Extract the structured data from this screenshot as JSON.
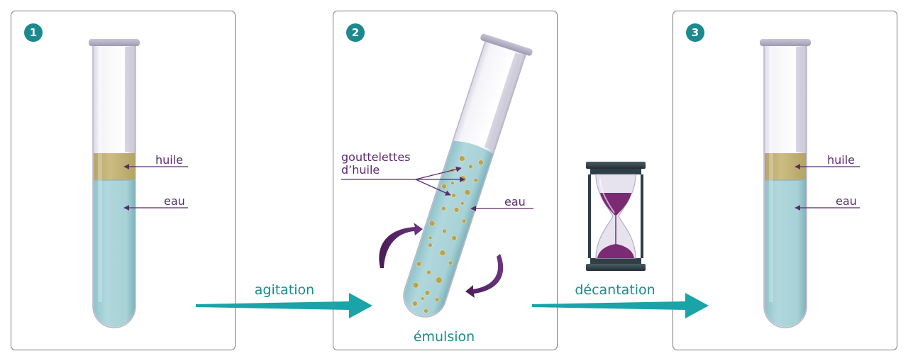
{
  "panels": [
    {
      "number": "1",
      "labels": {
        "oil": "huile",
        "water": "eau"
      }
    },
    {
      "number": "2",
      "labels": {
        "droplets_line1": "gouttelettes",
        "droplets_line2": "d’huile",
        "water": "eau",
        "caption": "émulsion"
      }
    },
    {
      "number": "3",
      "labels": {
        "oil": "huile",
        "water": "eau"
      }
    }
  ],
  "arrows": [
    {
      "label": "agitation"
    },
    {
      "label": "décantation"
    }
  ],
  "colors": {
    "badge": "#1a8a8f",
    "water": "#a9d3d8",
    "oil": "#c7b779",
    "label_purple": "#5b2a6e",
    "arrow_teal": "#1aa3a8",
    "hourglass_sand": "#7a2b73",
    "droplets": "#b8a44e"
  },
  "icons": [
    "test-tube-icon",
    "hourglass-icon",
    "rotation-arrow-icon"
  ]
}
